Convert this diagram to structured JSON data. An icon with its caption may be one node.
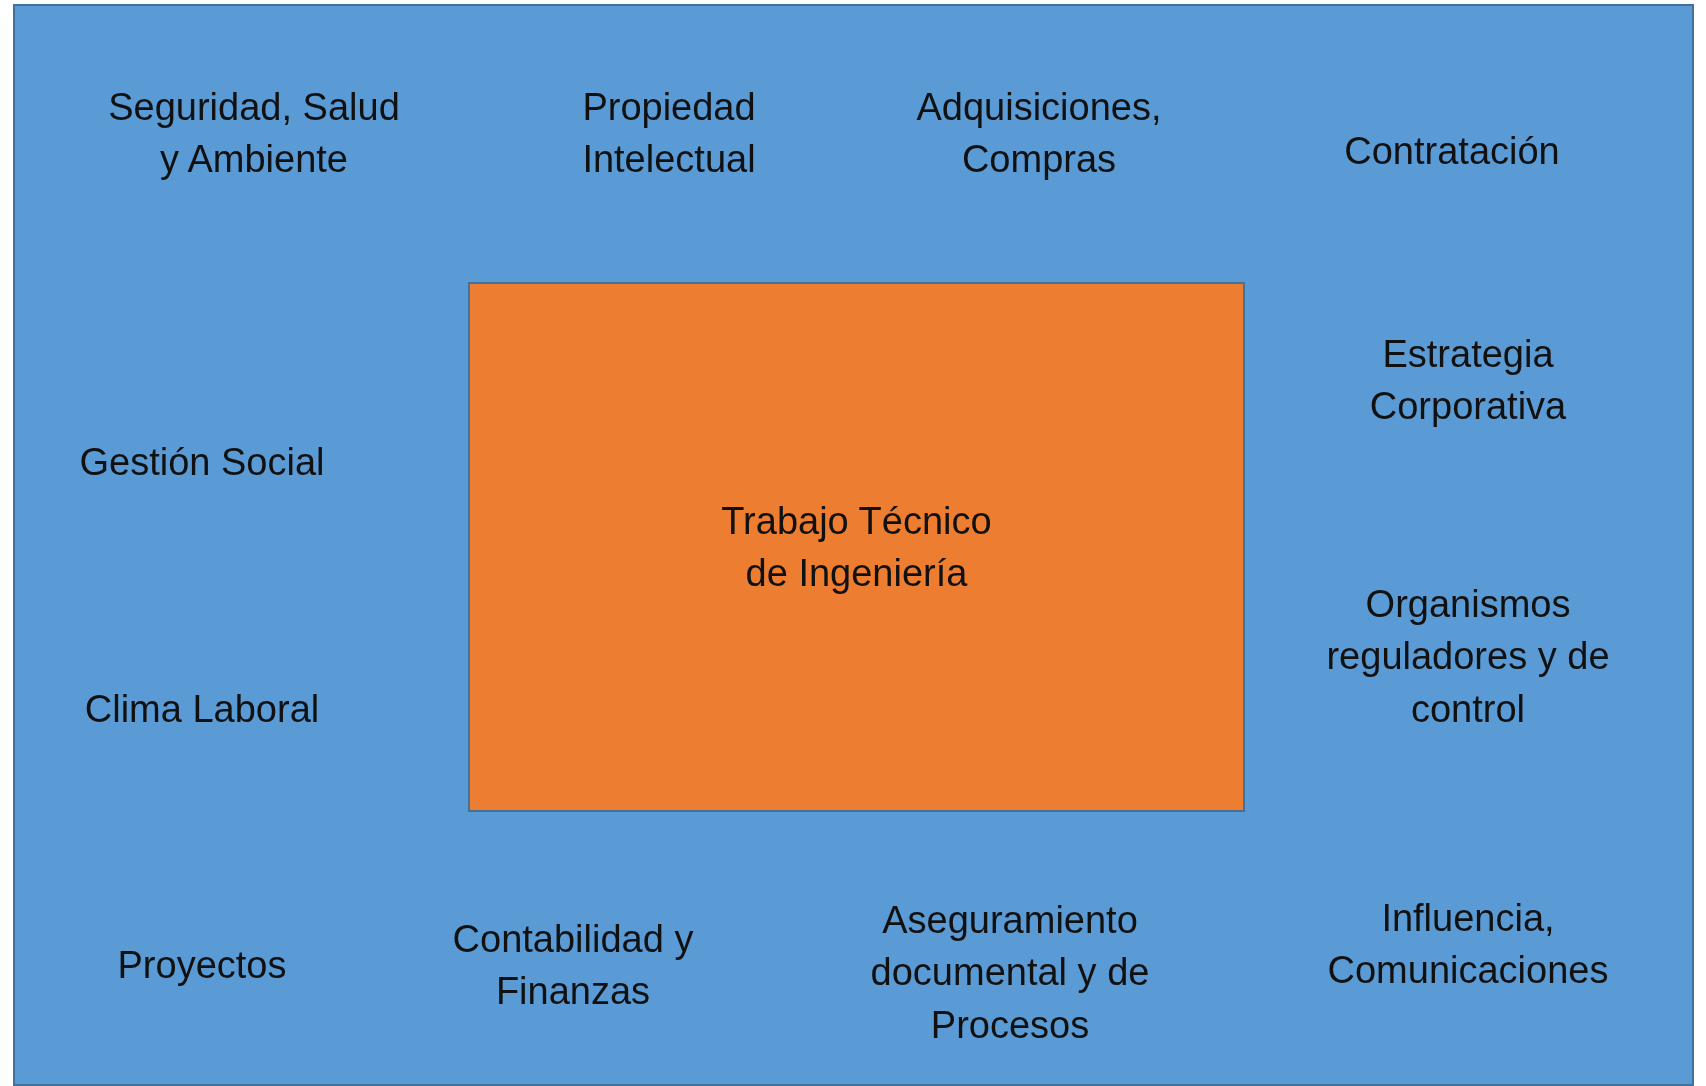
{
  "diagram": {
    "nodes": [
      {
        "text": [],
        "shape": "box"
      },
      {
        "text": [
          "Trabajo Técnico de Ingeniería"
        ],
        "in": 0
      }
    ],
    "labels": [
      "Seguridad, Salud y Ambiente",
      "Propiedad Intelectual",
      "Adquisiciones, Compras",
      "Contratación",
      "Estrategia Corporativa",
      "Gestión Social",
      "Organismos reguladores y de control",
      "Clima Laboral",
      "Proyectos",
      "Contabilidad y Finanzas",
      "Aseguramiento documental y de Procesos",
      "Influencia, Comunicaciones"
    ]
  }
}
